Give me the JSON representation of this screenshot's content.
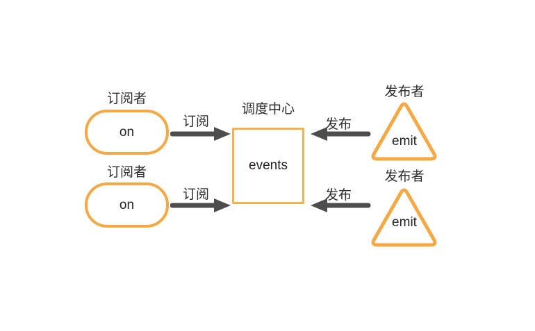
{
  "diagram": {
    "type": "pubsub-pattern",
    "colors": {
      "shape_border": "#F5A843",
      "square_border": "#F6B04C",
      "arrow": "#4D4D4D",
      "text": "#2D2D2D",
      "background": "#FFFFFF"
    },
    "subscribers": [
      {
        "role_label": "订阅者",
        "method": "on",
        "arrow_label": "订阅"
      },
      {
        "role_label": "订阅者",
        "method": "on",
        "arrow_label": "订阅"
      }
    ],
    "dispatch_center": {
      "role_label": "调度中心",
      "store": "events"
    },
    "publishers": [
      {
        "role_label": "发布者",
        "method": "emit",
        "arrow_label": "发布"
      },
      {
        "role_label": "发布者",
        "method": "emit",
        "arrow_label": "发布"
      }
    ]
  }
}
